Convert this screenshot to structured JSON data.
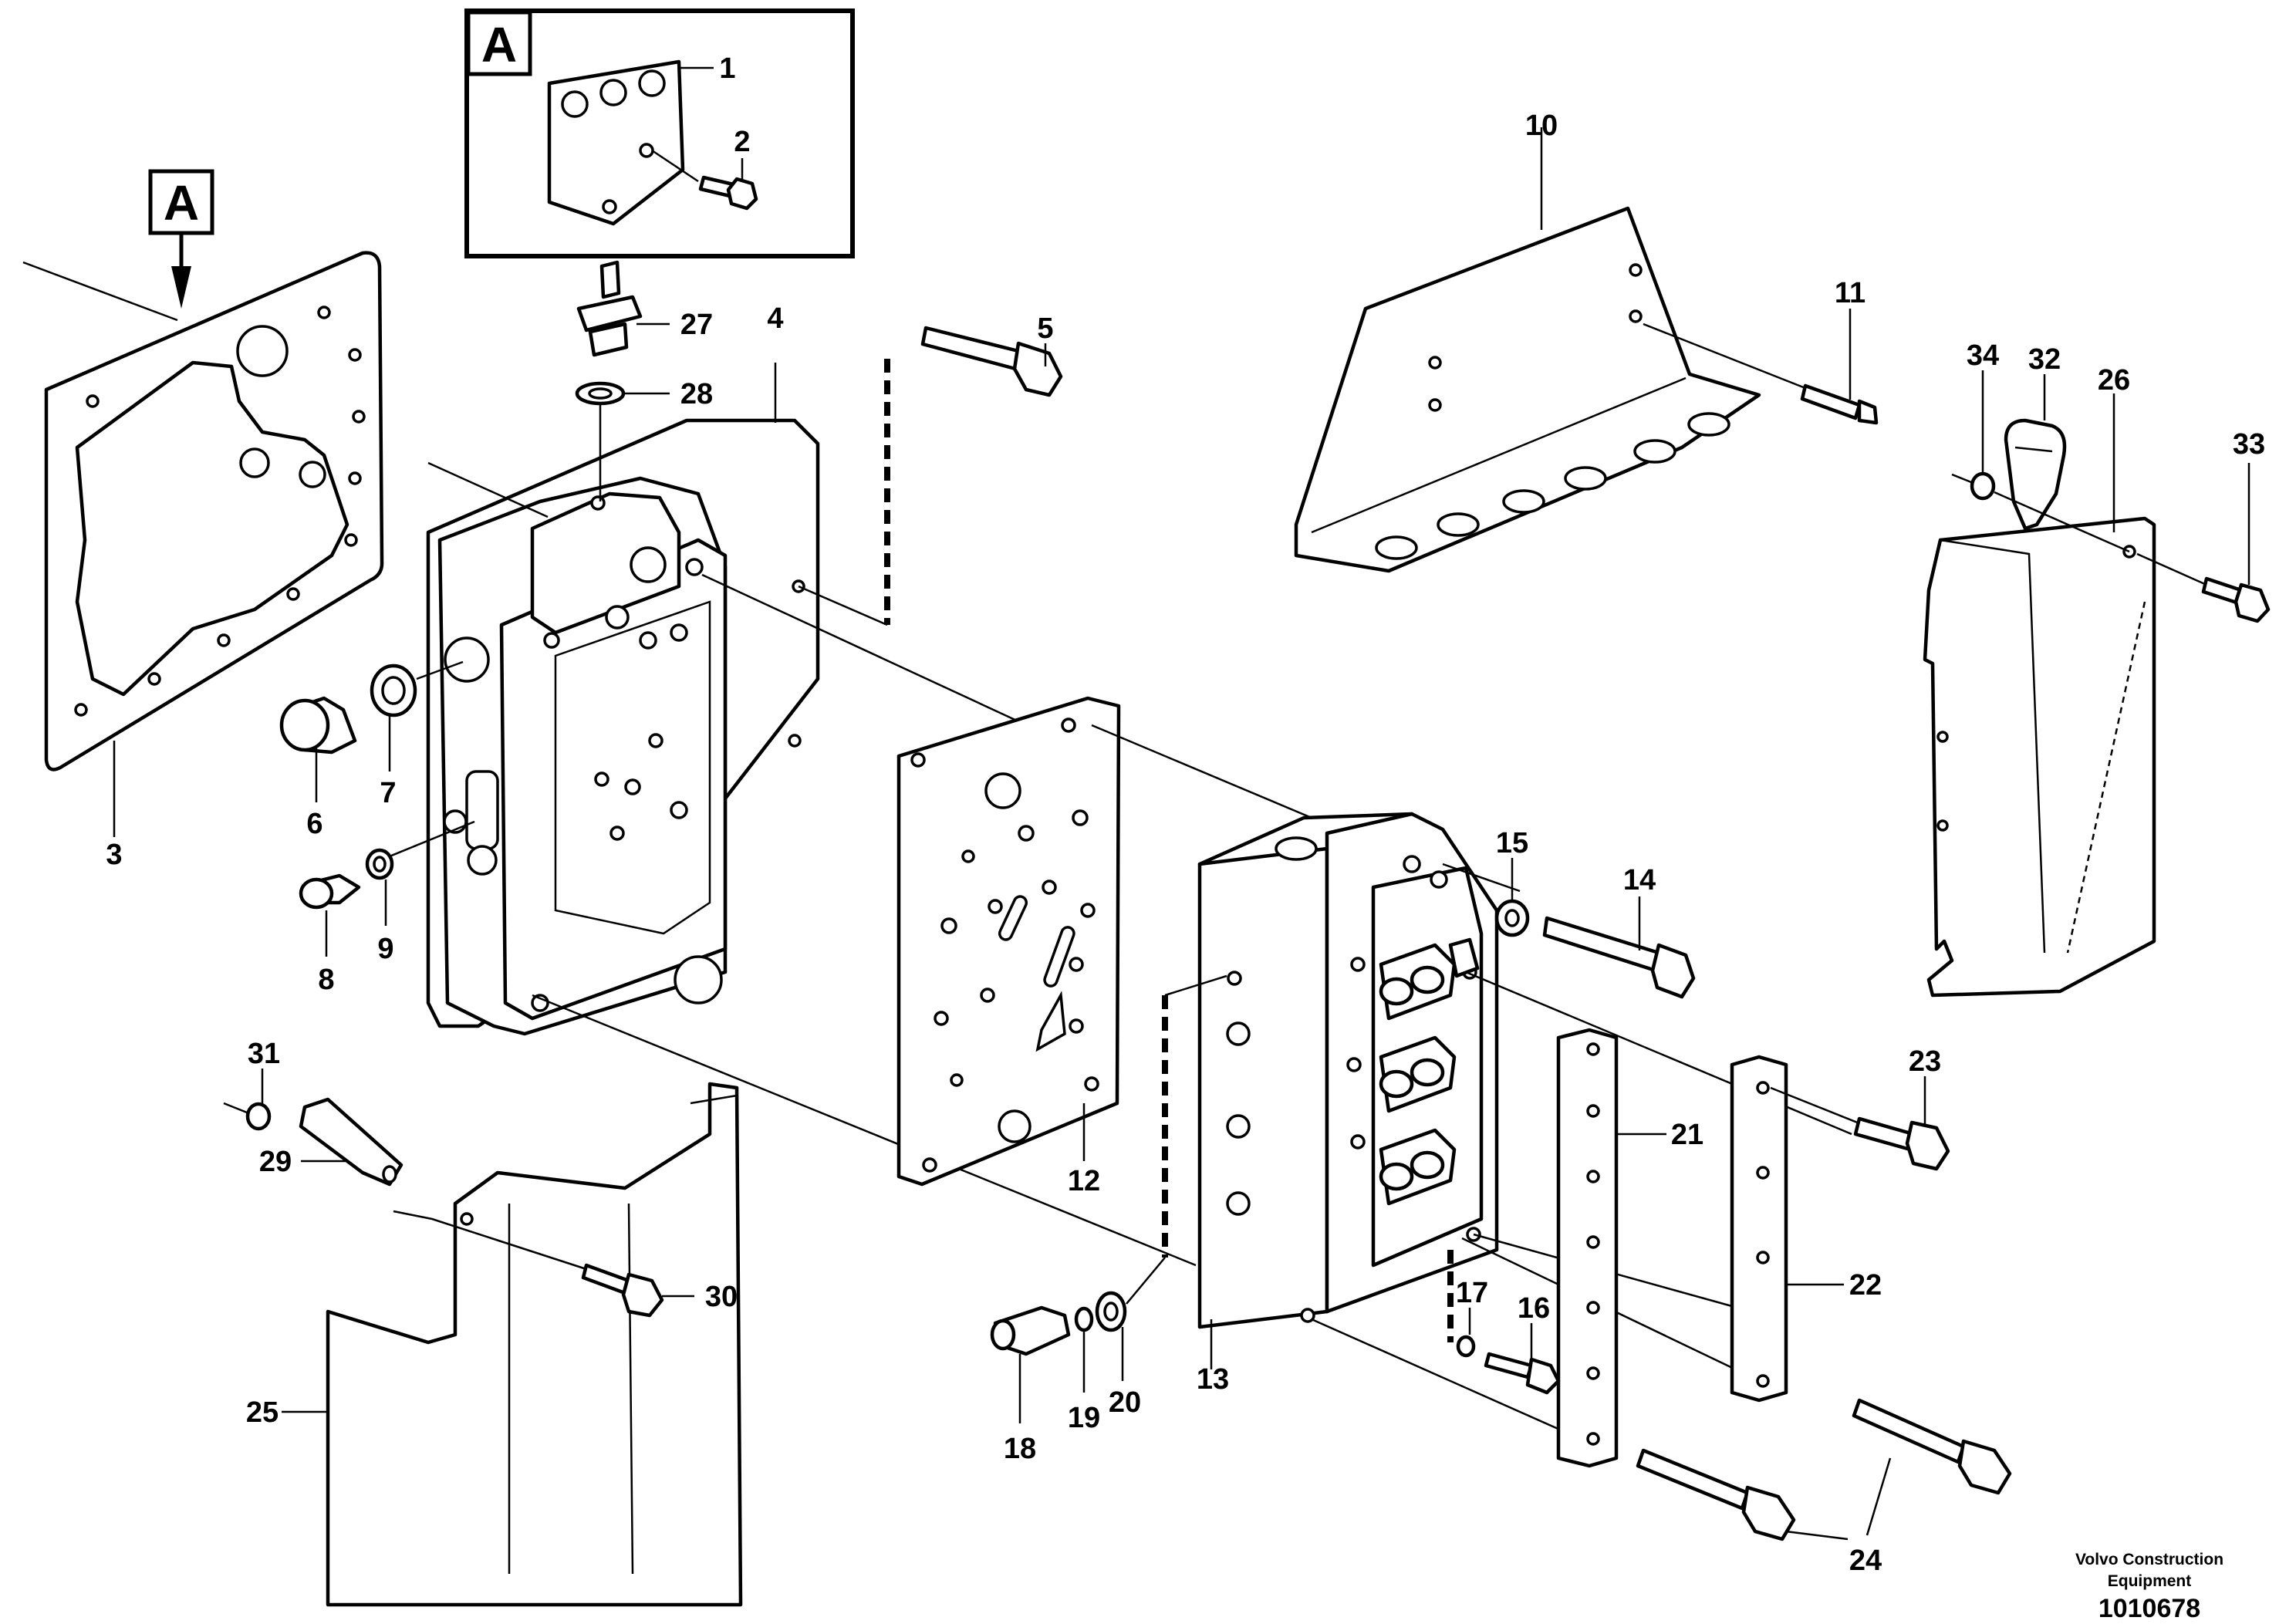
{
  "callouts": [
    "1",
    "2",
    "3",
    "4",
    "5",
    "6",
    "7",
    "8",
    "9",
    "10",
    "11",
    "12",
    "13",
    "14",
    "15",
    "16",
    "17",
    "18",
    "19",
    "20",
    "21",
    "22",
    "23",
    "24",
    "25",
    "26",
    "27",
    "28",
    "29",
    "30",
    "31",
    "32",
    "33",
    "34"
  ],
  "detail_letter": "A",
  "footer": {
    "brand": "Volvo Construction Equipment",
    "document_number": "1010678"
  }
}
